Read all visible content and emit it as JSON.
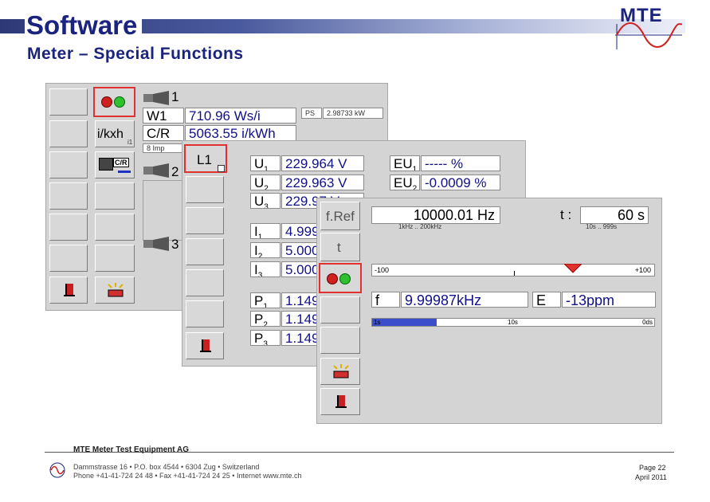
{
  "header": {
    "title": "Software",
    "subtitle": "Meter – Special Functions",
    "logo": "MTE"
  },
  "panel1": {
    "ch1": "1",
    "ch2": "2",
    "ch3": "3",
    "w1_label": "W1",
    "w1_value": "710.96  Ws/i",
    "ps_label": "PS",
    "ps_value": "2.98733 kW",
    "cr_label": "C/R",
    "cr_value": "5063.55 i/kWh",
    "imp_value": "8 Imp",
    "ikxh": "i/kxh",
    "ikxh_sub": "i1",
    "cr_icon": "C/R"
  },
  "panel2": {
    "l1_label": "L1",
    "rows": [
      {
        "label": "U",
        "sub": "1",
        "value": "229.964  V"
      },
      {
        "label": "U",
        "sub": "2",
        "value": "229.963  V"
      },
      {
        "label": "U",
        "sub": "3",
        "value": "229.97   V"
      },
      {
        "label": "I",
        "sub": "1",
        "value": "4.999"
      },
      {
        "label": "I",
        "sub": "2",
        "value": "5.000"
      },
      {
        "label": "I",
        "sub": "3",
        "value": "5.000"
      },
      {
        "label": "P",
        "sub": "1",
        "value": "1.149"
      },
      {
        "label": "P",
        "sub": "2",
        "value": "1.149"
      },
      {
        "label": "P",
        "sub": "3",
        "value": "1.149"
      }
    ],
    "eu1_label": "EU",
    "eu1_sub": "1",
    "eu1_value": "-----    %",
    "eu2_label": "EU",
    "eu2_sub": "2",
    "eu2_value": "-0.0009  %"
  },
  "panel3": {
    "fref_label": "f.Ref",
    "fref_value": "10000.01",
    "fref_unit": "Hz",
    "fref_range": "1kHz .. 200kHz",
    "t_btn": "t",
    "t_label": "t :",
    "t_value": "60",
    "t_unit": "s",
    "t_range": "10s .. 999s",
    "scale_min": "-100",
    "scale_max": "+100",
    "scale_level": 0.71,
    "f_label": "f",
    "f_value": "9.99987",
    "f_unit": "kHz",
    "e_label": "E",
    "e_value": "-13",
    "e_unit": "ppm",
    "time_left": "1s",
    "time_mid": "10s",
    "time_right": "0ds",
    "time_progress": 0.23
  },
  "footer": {
    "company": "MTE Meter Test Equipment AG",
    "address": "Dammstrasse 16 • P.O. box 4544 • 6304 Zug • Switzerland",
    "contact": "Phone +41-41-724 24 48 • Fax +41-41-724 24 25 • Internet www.mte.ch",
    "page": "Page 22",
    "date": "April 2011"
  },
  "colors": {
    "brand": "#1a237e",
    "highlight": "#e03030",
    "progress": "#3a4ecb",
    "value_text": "#10108a"
  }
}
